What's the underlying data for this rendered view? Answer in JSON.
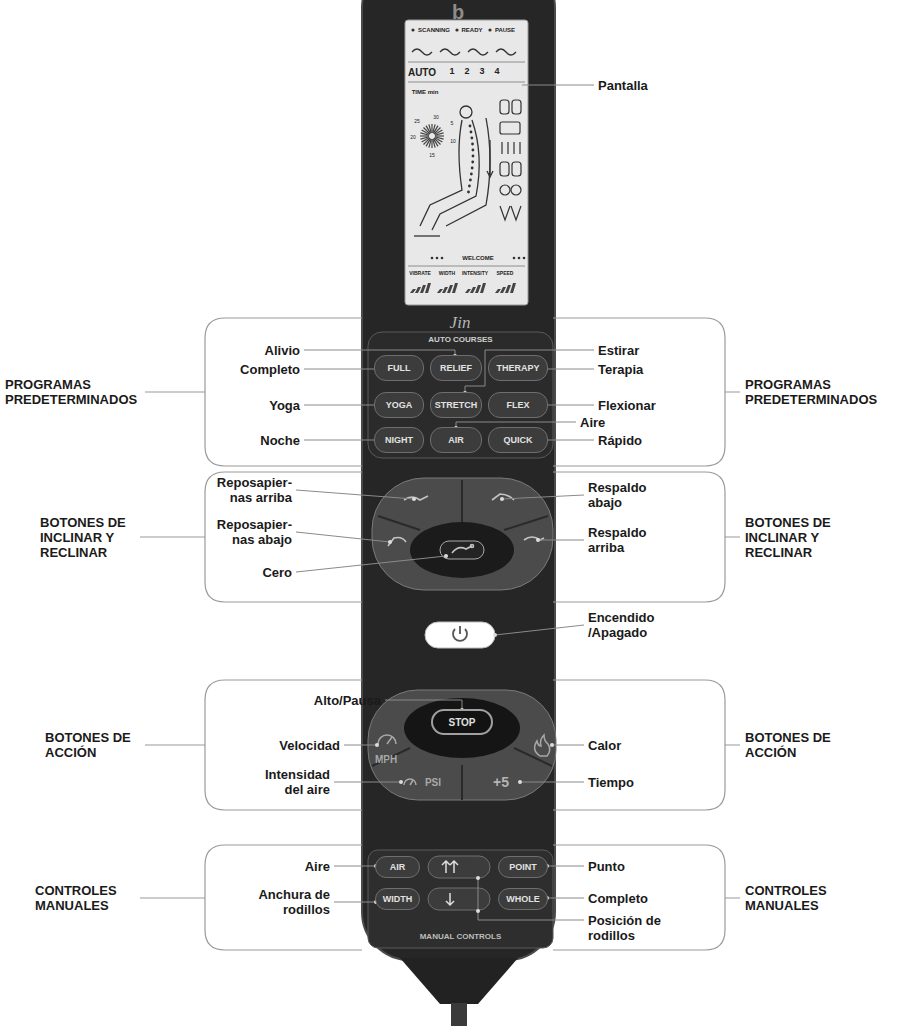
{
  "diagram": {
    "nodes": [
      {
        "text": [
          "SCANNING",
          "READY",
          "PAUSE",
          "AUTO",
          "1",
          "2",
          "3",
          "4",
          "TIME min",
          "30",
          "25",
          "5",
          "20",
          "10",
          "15",
          "WELCOME",
          "VIBRATE",
          "WIDTH",
          "INTENSITY",
          "SPEED"
        ]
      },
      {
        "text": [
          "AUTO COURSES"
        ]
      },
      {
        "text": [
          "FULL"
        ],
        "in": 1
      },
      {
        "text": [
          "RELIEF"
        ],
        "in": 1
      },
      {
        "text": [
          "THERAPY"
        ],
        "in": 1
      },
      {
        "text": [
          "YOGA"
        ],
        "in": 1
      },
      {
        "text": [
          "STRETCH"
        ],
        "in": 1
      },
      {
        "text": [
          "FLEX"
        ],
        "in": 1
      },
      {
        "text": [
          "NIGHT"
        ],
        "in": 1
      },
      {
        "text": [
          "AIR"
        ],
        "in": 1
      },
      {
        "text": [
          "QUICK"
        ],
        "in": 1
      },
      {
        "text": [
          "STOP"
        ]
      },
      {
        "text": [
          "MPH"
        ]
      },
      {
        "text": [
          "PSI"
        ]
      },
      {
        "text": [
          "+5"
        ]
      },
      {
        "text": [
          "MANUAL CONTROLS"
        ]
      },
      {
        "text": [
          "AIR"
        ],
        "in": 15
      },
      {
        "text": [
          "POINT"
        ],
        "in": 15
      },
      {
        "text": [
          "WIDTH"
        ],
        "in": 15
      },
      {
        "text": [
          "WHOLE"
        ],
        "in": 15
      }
    ],
    "labels": [
      "Pantalla",
      "PROGRAMAS PREDETERMINADOS",
      "PROGRAMAS PREDETERMINADOS",
      "Alivio",
      "Estirar",
      "Completo",
      "Terapia",
      "Yoga",
      "Flexionar",
      "Aire",
      "Noche",
      "Rápido",
      "BOTONES DE INCLINAR Y RECLINAR",
      "BOTONES DE INCLINAR Y RECLINAR",
      "Reposapier- nas arriba",
      "Respaldo abajo",
      "Reposapier- nas abajo",
      "Respaldo arriba",
      "Cero",
      "Encendido /Apagado",
      "BOTONES DE ACCIÓN",
      "BOTONES DE ACCIÓN",
      "Alto/Pausa",
      "Velocidad",
      "Calor",
      "Intensidad del aire",
      "Tiempo",
      "CONTROLES MANUALES",
      "CONTROLES MANUALES",
      "Aire",
      "Punto",
      "Anchura de rodillos",
      "Completo",
      "Posición de rodillos",
      "b",
      "Jin"
    ]
  }
}
